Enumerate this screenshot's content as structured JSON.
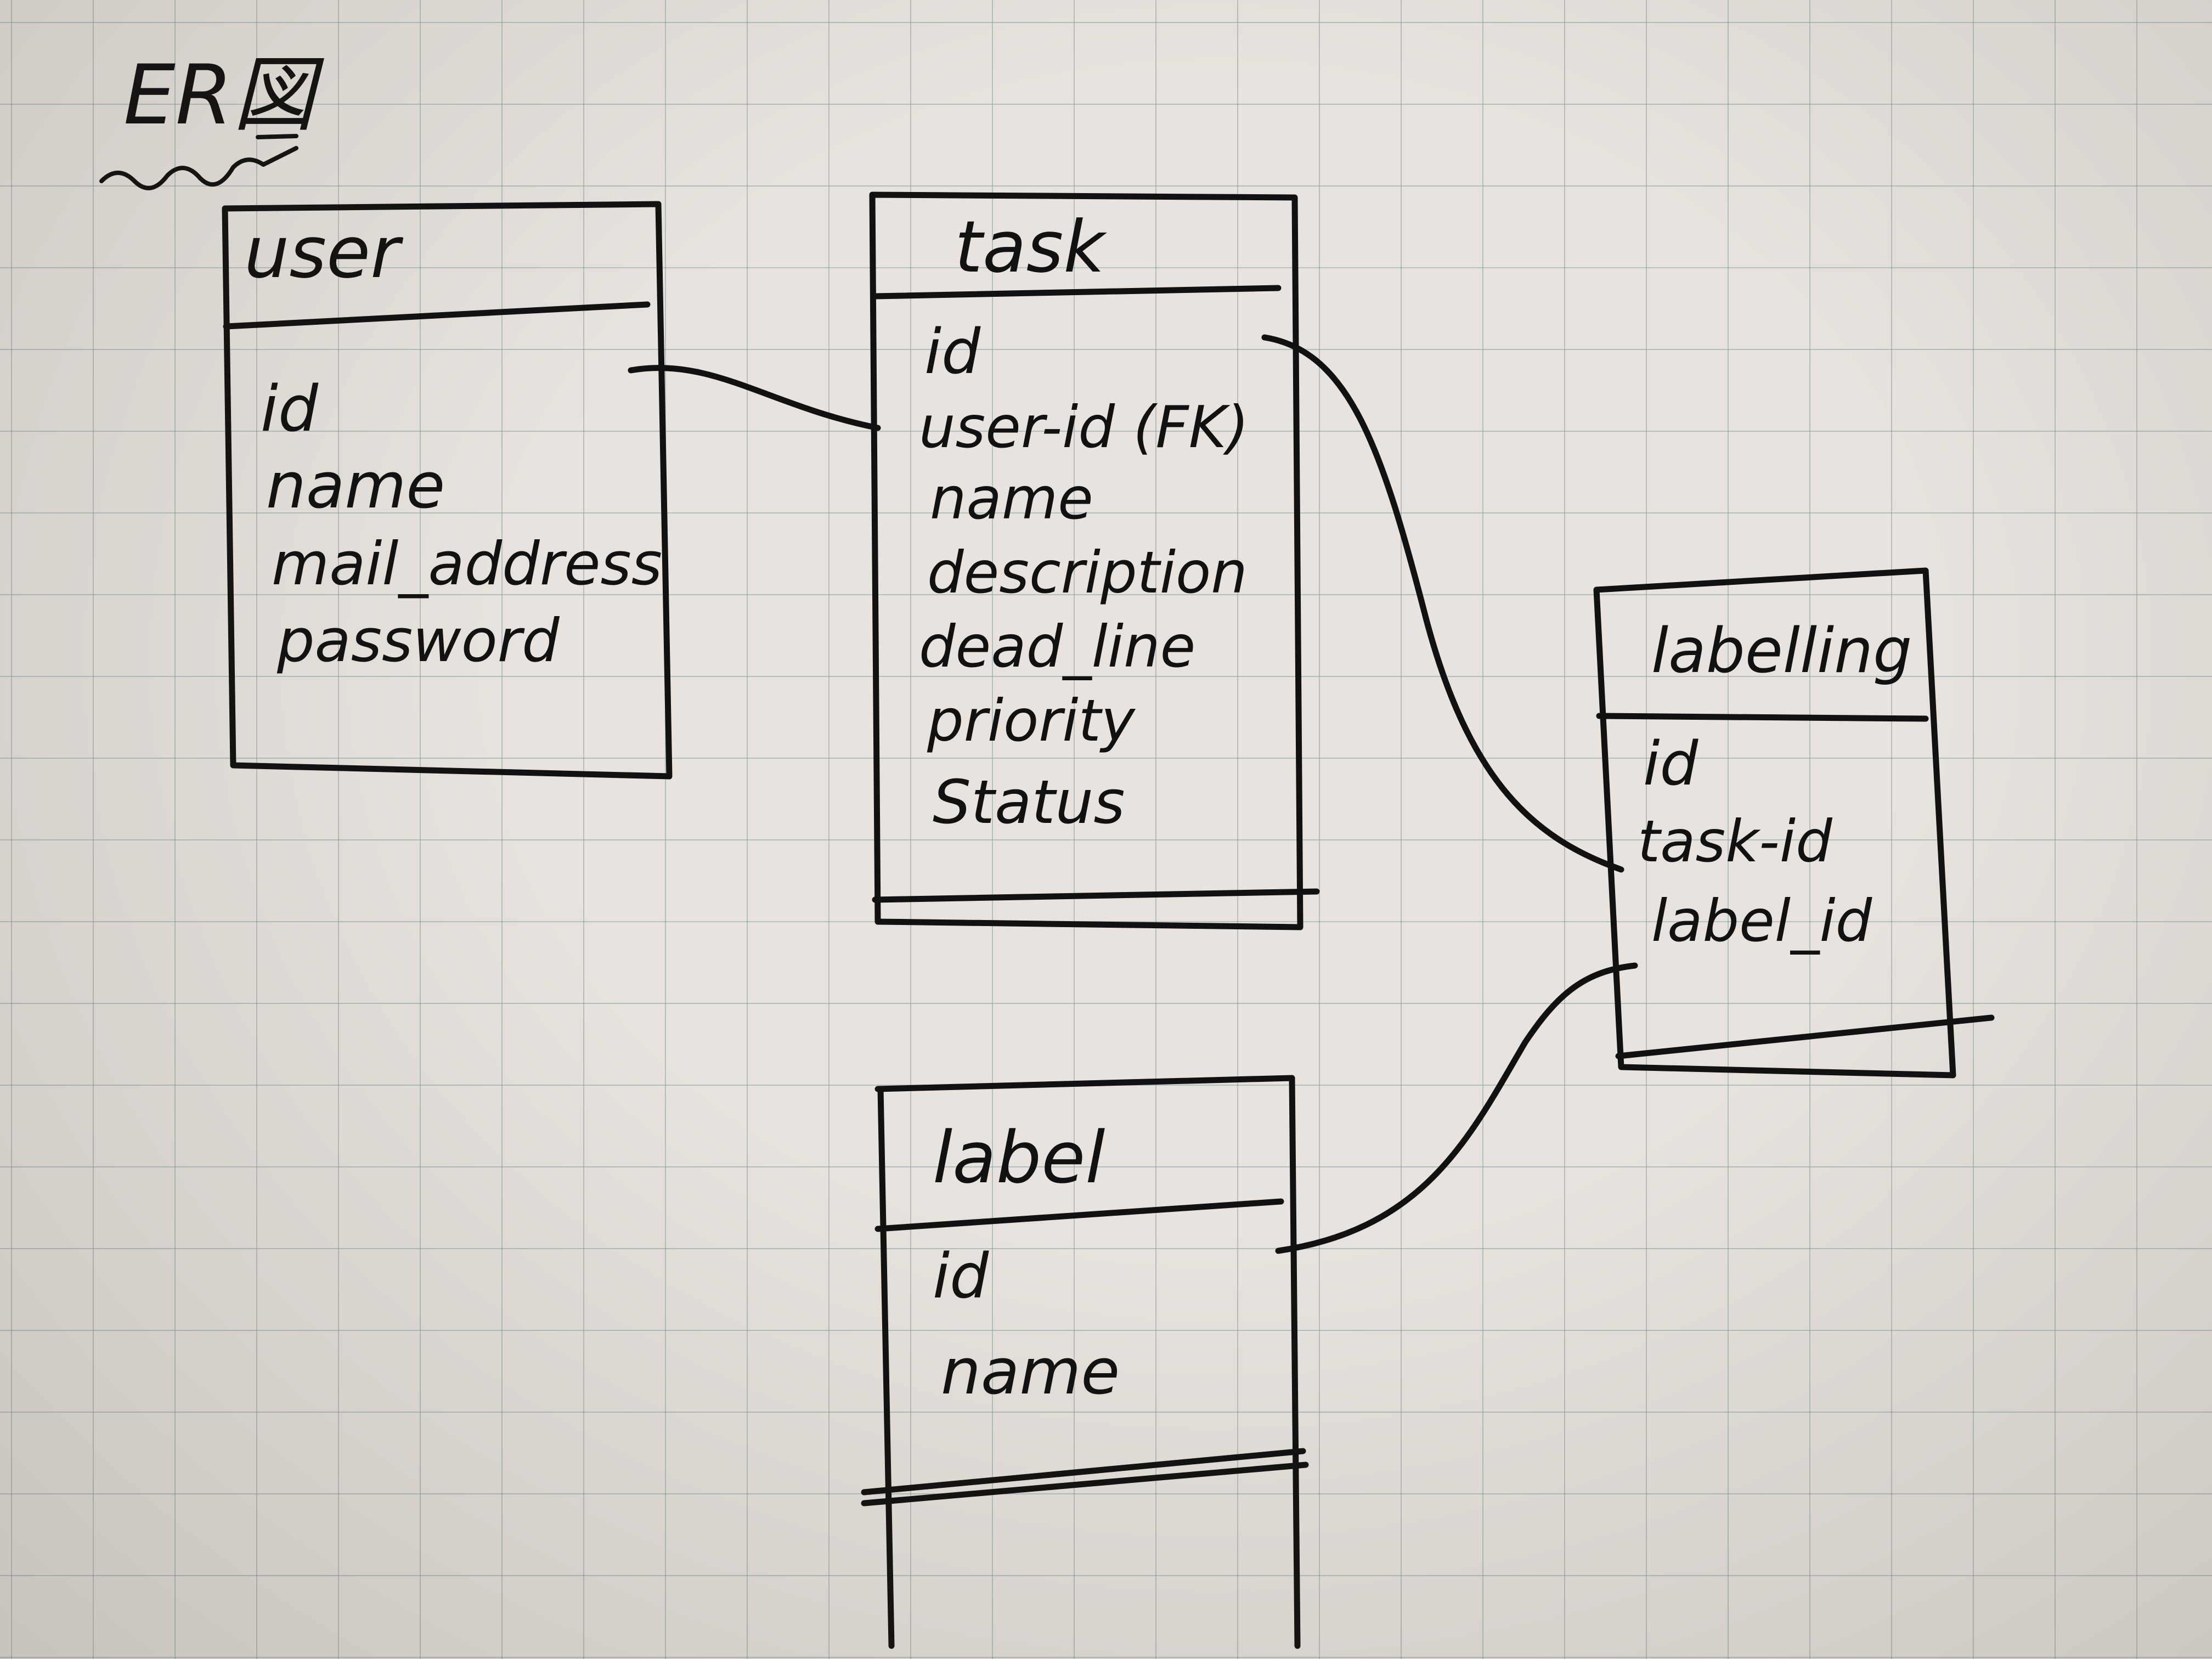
{
  "title": "ER図",
  "entities": {
    "user": {
      "name": "user",
      "fields": [
        "id",
        "name",
        "mail_address",
        "password"
      ]
    },
    "task": {
      "name": "task",
      "fields": [
        "id",
        "user-id (FK)",
        "name",
        "description",
        "dead_line",
        "priority",
        "Status"
      ]
    },
    "labelling": {
      "name": "labelling",
      "fields": [
        "id",
        "task-id",
        "label_id"
      ]
    },
    "label": {
      "name": "label",
      "fields": [
        "id",
        "name"
      ]
    }
  },
  "relationships": [
    {
      "from": "user.id",
      "to": "task.user-id (FK)"
    },
    {
      "from": "task.id",
      "to": "labelling.task-id"
    },
    {
      "from": "label.id",
      "to": "labelling.label_id"
    }
  ],
  "colors": {
    "ink": "#111111",
    "paper": "#e8e3de",
    "grid": "#8aa0a0"
  }
}
